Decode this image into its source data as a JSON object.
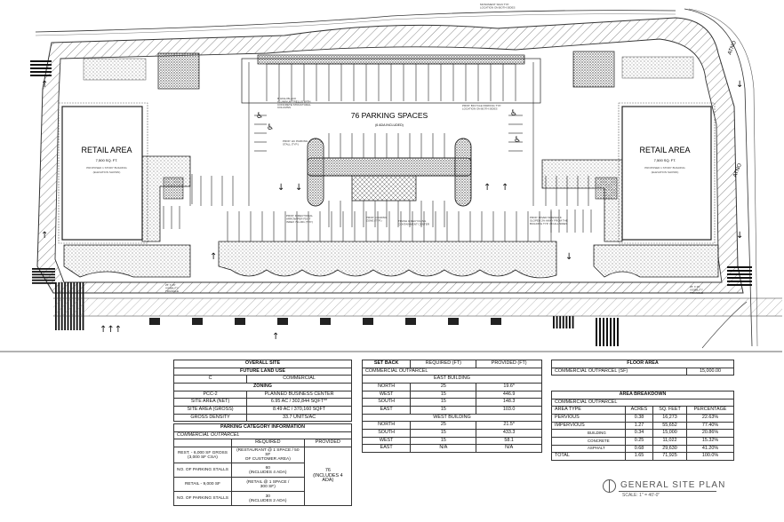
{
  "plan": {
    "parking_label": "76 PARKING SPACES",
    "parking_sub": "(6 ADA INCLUDED)",
    "retail_left": {
      "title": "RETAIL AREA",
      "sqft": "7,500 SQ. FT.",
      "note1": "PROPOSED 1 STORY BUILDING",
      "note2": "(ELEVATION SHOWN)"
    },
    "retail_right": {
      "title": "RETAIL AREA",
      "sqft": "7,500 SQ. FT.",
      "note1": "PROPOSED 1 STORY BUILDING",
      "note2": "(ELEVATION SHOWN)"
    },
    "callouts": {
      "trellis": "8' HIGH BLACK\nALUMINUM TRELLIS WITH\nCONCRETE STRUCTURAL\nCOLUMNS",
      "ada_stall": "PROP. HC PARKING\nSTALL (TYP.)",
      "bicycle": "PROP. BICYCLE PARKING TYP.\nLOCATION ON BOTH SIDES",
      "directional": "PROP. DIRECTIONAL\nARROW PER FDOT\nINDEX 711-001 (TYP.)",
      "loading": "PROP. LOADING\nZONE (TYP.)",
      "trash": "TRASH & RECYCLING\nCONTAINMENT CENTER",
      "sidewalk": "PROP. PAVED SIDEWALK\nSLOPED 2% AWAY FROM THE\nBUILDING TYP. ON ALL SIDES",
      "visibility_left": "25' X 25'\nVISIBILITY\nTRIANGLE",
      "visibility_right": "25' X 25'\nVISIBILITY\nTRIANGLE",
      "monument": "MONUMENT SIGN TYP.\nLOCATION ON BOTH SIDES",
      "road_top": "ATNO",
      "road_side": "ATNO"
    }
  },
  "tables": {
    "overall": {
      "title": "OVERALL SITE",
      "flu_header": "FUTURE LAND USE",
      "flu_code": "C",
      "flu_value": "COMMERCIAL",
      "zoning_header": "ZONING",
      "rows": [
        [
          "PCC-2",
          "PLANNED BUSINESS CENTER"
        ],
        [
          "SITE AREA (NET)",
          "6.95 AC / 302,844 SQFT**"
        ],
        [
          "SITE AREA (GROSS)",
          "8.49 AC / 370,160 SQFT"
        ],
        [
          "GROSS DENSITY",
          "33.7 UNITS/AC"
        ]
      ]
    },
    "parking": {
      "title": "PARKING CATEGORY INFORMATION",
      "subtitle": "COMMERCIAL OUTPARCEL",
      "col_required": "REQUIRED",
      "col_provided": "PROVIDED",
      "rows": [
        [
          "REST. - 6,000 SF GROSS\n(3,000 SF CSA)",
          "(RESTAURANT @ 1 SPACE / 50 SF\nOF CUSTOMER AREA)"
        ],
        [
          "NO. OF PARKING STALLS",
          "60\n(INCLUDES 4 ADA)"
        ],
        [
          "RETAIL - 9,000 SF",
          "(RETAIL @ 1 SPACE /\n300 SF)"
        ],
        [
          "NO. OF PARKING STALLS",
          "30\n(INCLUDES 2 ADA)"
        ]
      ],
      "provided": "76\n(INCLUDES 4 ADA)"
    },
    "setback": {
      "title": "SET BACK",
      "col_required": "REQUIRED (FT)",
      "col_provided": "PROVIDED (FT)",
      "subtitle": "COMMERCIAL OUTPARCEL",
      "east_header": "EAST BUILDING",
      "east_rows": [
        [
          "NORTH",
          "25",
          "19.6*"
        ],
        [
          "WEST",
          "15",
          "446.9"
        ],
        [
          "SOUTH",
          "15",
          "148.3"
        ],
        [
          "EAST",
          "15",
          "103.0"
        ]
      ],
      "west_header": "WEST BUILDING",
      "west_rows": [
        [
          "NORTH",
          "25",
          "21.5*"
        ],
        [
          "SOUTH",
          "15",
          "433.3"
        ],
        [
          "WEST",
          "15",
          "58.1"
        ],
        [
          "EAST",
          "N/A",
          "N/A"
        ]
      ]
    },
    "floor": {
      "title": "FLOOR AREA",
      "label": "COMMERCIAL OUTPARCEL (SF)",
      "value": "15,000.00"
    },
    "area": {
      "title": "AREA BREAKDOWN",
      "subtitle": "COMMERCIAL OUTPARCEL",
      "headers": [
        "AREA TYPE",
        "ACRES",
        "SQ. FEET",
        "PERCENTAGE"
      ],
      "rows": [
        [
          "PERVIOUS",
          "0.38",
          "16,273",
          "22.63%"
        ],
        [
          "IMPERVIOUS",
          "1.27",
          "55,652",
          "77.40%"
        ],
        [
          "BUILDING",
          "0.34",
          "15,000",
          "20.86%"
        ],
        [
          "CONCRETE",
          "0.25",
          "11,022",
          "15.32%"
        ],
        [
          "ASPHALT",
          "0.68",
          "29,630",
          "41.20%"
        ],
        [
          "TOTAL",
          "1.65",
          "71,925",
          "100.0%"
        ]
      ]
    }
  },
  "general_site_plan": {
    "title": "GENERAL SITE PLAN",
    "scale": "SCALE: 1\" = 40'-0\""
  }
}
